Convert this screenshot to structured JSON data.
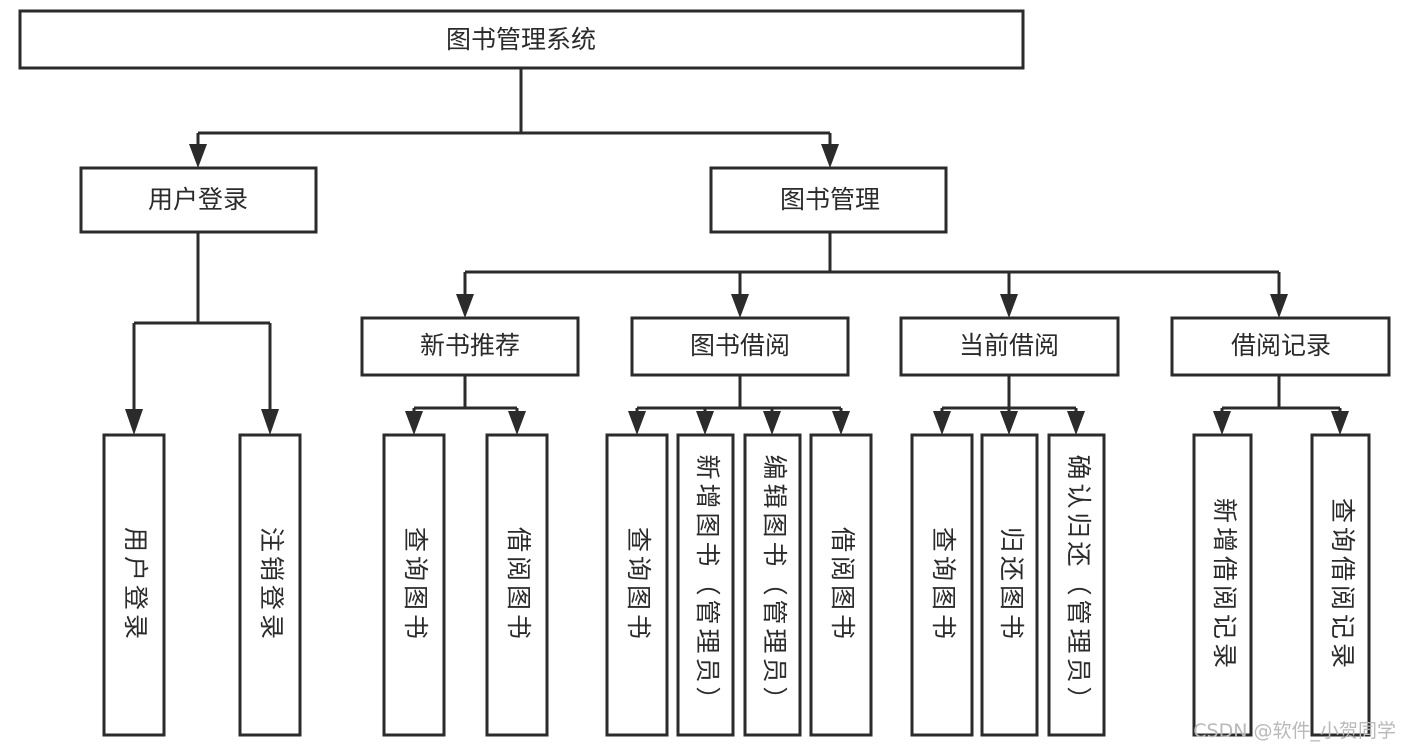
{
  "diagram": {
    "title": "图书管理系统",
    "colors": {
      "stroke": "#2b2b2b",
      "fill": "#ffffff",
      "background": "#ffffff",
      "watermark": "#b9b9b9"
    },
    "root": {
      "id": "root",
      "label": "图书管理系统"
    },
    "level2": [
      {
        "id": "user-login",
        "label": "用户登录"
      },
      {
        "id": "book-management",
        "label": "图书管理"
      }
    ],
    "level3": [
      {
        "id": "new-book-recommend",
        "label": "新书推荐",
        "parent": "book-management"
      },
      {
        "id": "book-borrow",
        "label": "图书借阅",
        "parent": "book-management"
      },
      {
        "id": "current-borrow",
        "label": "当前借阅",
        "parent": "book-management"
      },
      {
        "id": "borrow-record",
        "label": "借阅记录",
        "parent": "book-management"
      }
    ],
    "leaves": [
      {
        "id": "leaf-user-login",
        "label": "用户登录",
        "parent": "user-login"
      },
      {
        "id": "leaf-logout-login",
        "label": "注销登录",
        "parent": "user-login"
      },
      {
        "id": "leaf-query-book-1",
        "label": "查询图书",
        "parent": "new-book-recommend"
      },
      {
        "id": "leaf-borrow-book-1",
        "label": "借阅图书",
        "parent": "new-book-recommend"
      },
      {
        "id": "leaf-query-book-2",
        "label": "查询图书",
        "parent": "book-borrow"
      },
      {
        "id": "leaf-add-book",
        "label": "新增图书（管理员）",
        "parent": "book-borrow"
      },
      {
        "id": "leaf-edit-book",
        "label": "编辑图书（管理员）",
        "parent": "book-borrow"
      },
      {
        "id": "leaf-borrow-book-2",
        "label": "借阅图书",
        "parent": "book-borrow"
      },
      {
        "id": "leaf-query-book-3",
        "label": "查询图书",
        "parent": "current-borrow"
      },
      {
        "id": "leaf-return-book",
        "label": "归还图书",
        "parent": "current-borrow"
      },
      {
        "id": "leaf-confirm-return",
        "label": "确认归还（管理员）",
        "parent": "current-borrow"
      },
      {
        "id": "leaf-add-record",
        "label": "新增借阅记录",
        "parent": "borrow-record"
      },
      {
        "id": "leaf-query-record",
        "label": "查询借阅记录",
        "parent": "borrow-record"
      }
    ]
  },
  "watermark": {
    "text": "CSDN @软件_小贺同学"
  }
}
